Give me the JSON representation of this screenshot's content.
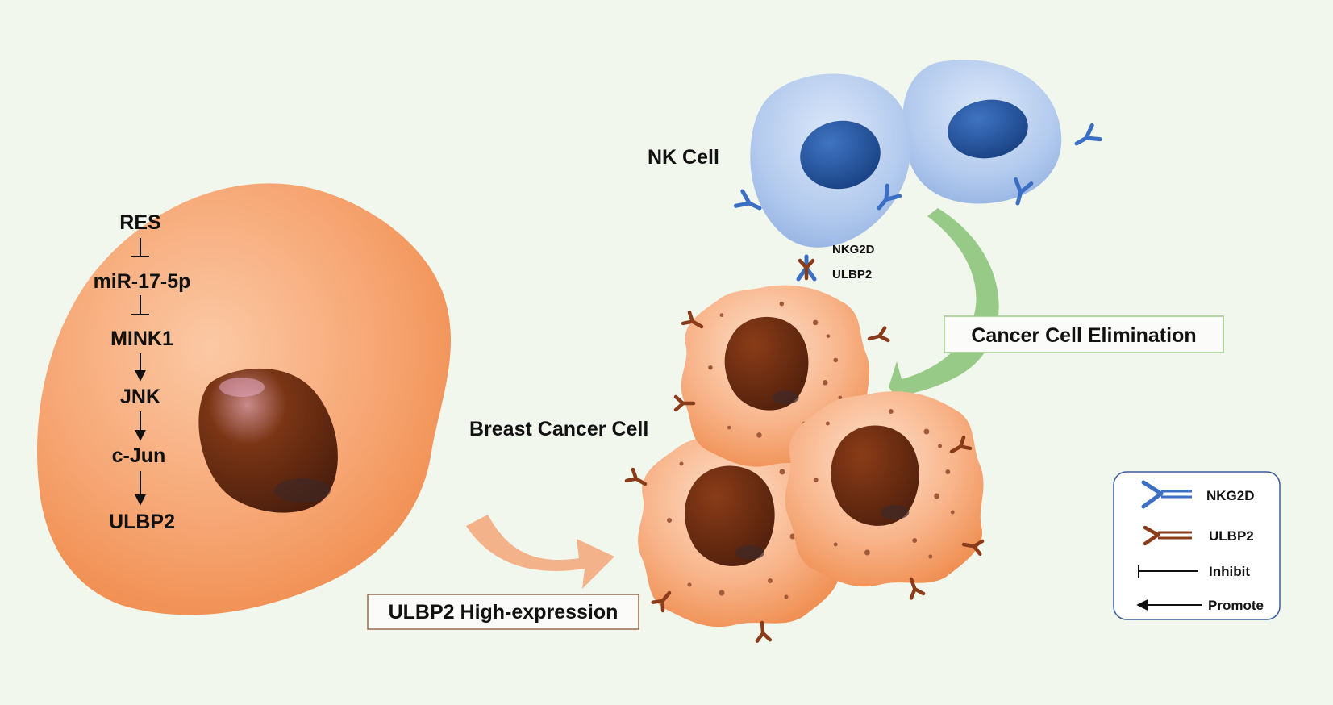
{
  "pathway": {
    "steps": [
      "RES",
      "miR-17-5p",
      "MINK1",
      "JNK",
      "c-Jun",
      "ULBP2"
    ],
    "links": [
      "inhibit",
      "inhibit",
      "promote",
      "promote",
      "promote"
    ]
  },
  "labels": {
    "nk_cell": "NK Cell",
    "nkg2d": "NKG2D",
    "ulbp2": "ULBP2",
    "breast_cancer_cell": "Breast Cancer Cell",
    "ulbp2_high_expression": "ULBP2 High-expression",
    "cancer_cell_elimination": "Cancer Cell Elimination"
  },
  "legend": {
    "items": [
      {
        "symbol": "nkg2d-receptor",
        "label": "NKG2D"
      },
      {
        "symbol": "ulbp2-ligand",
        "label": "ULBP2"
      },
      {
        "symbol": "inhibit-line",
        "label": "Inhibit"
      },
      {
        "symbol": "promote-arrow",
        "label": "Promote"
      }
    ]
  },
  "colors": {
    "background": "#f2f7ee",
    "cancer_cell": "#f49a5c",
    "nucleus_cancer": "#6b2e12",
    "nk_cell": "#a8c3ea",
    "nucleus_nk": "#1f4f96",
    "nkg2d": "#3a6fc4",
    "ulbp2": "#8a3b1a",
    "promote_arrow_orange": "#f4b28a",
    "elimination_arrow_green": "#8dc47a"
  }
}
